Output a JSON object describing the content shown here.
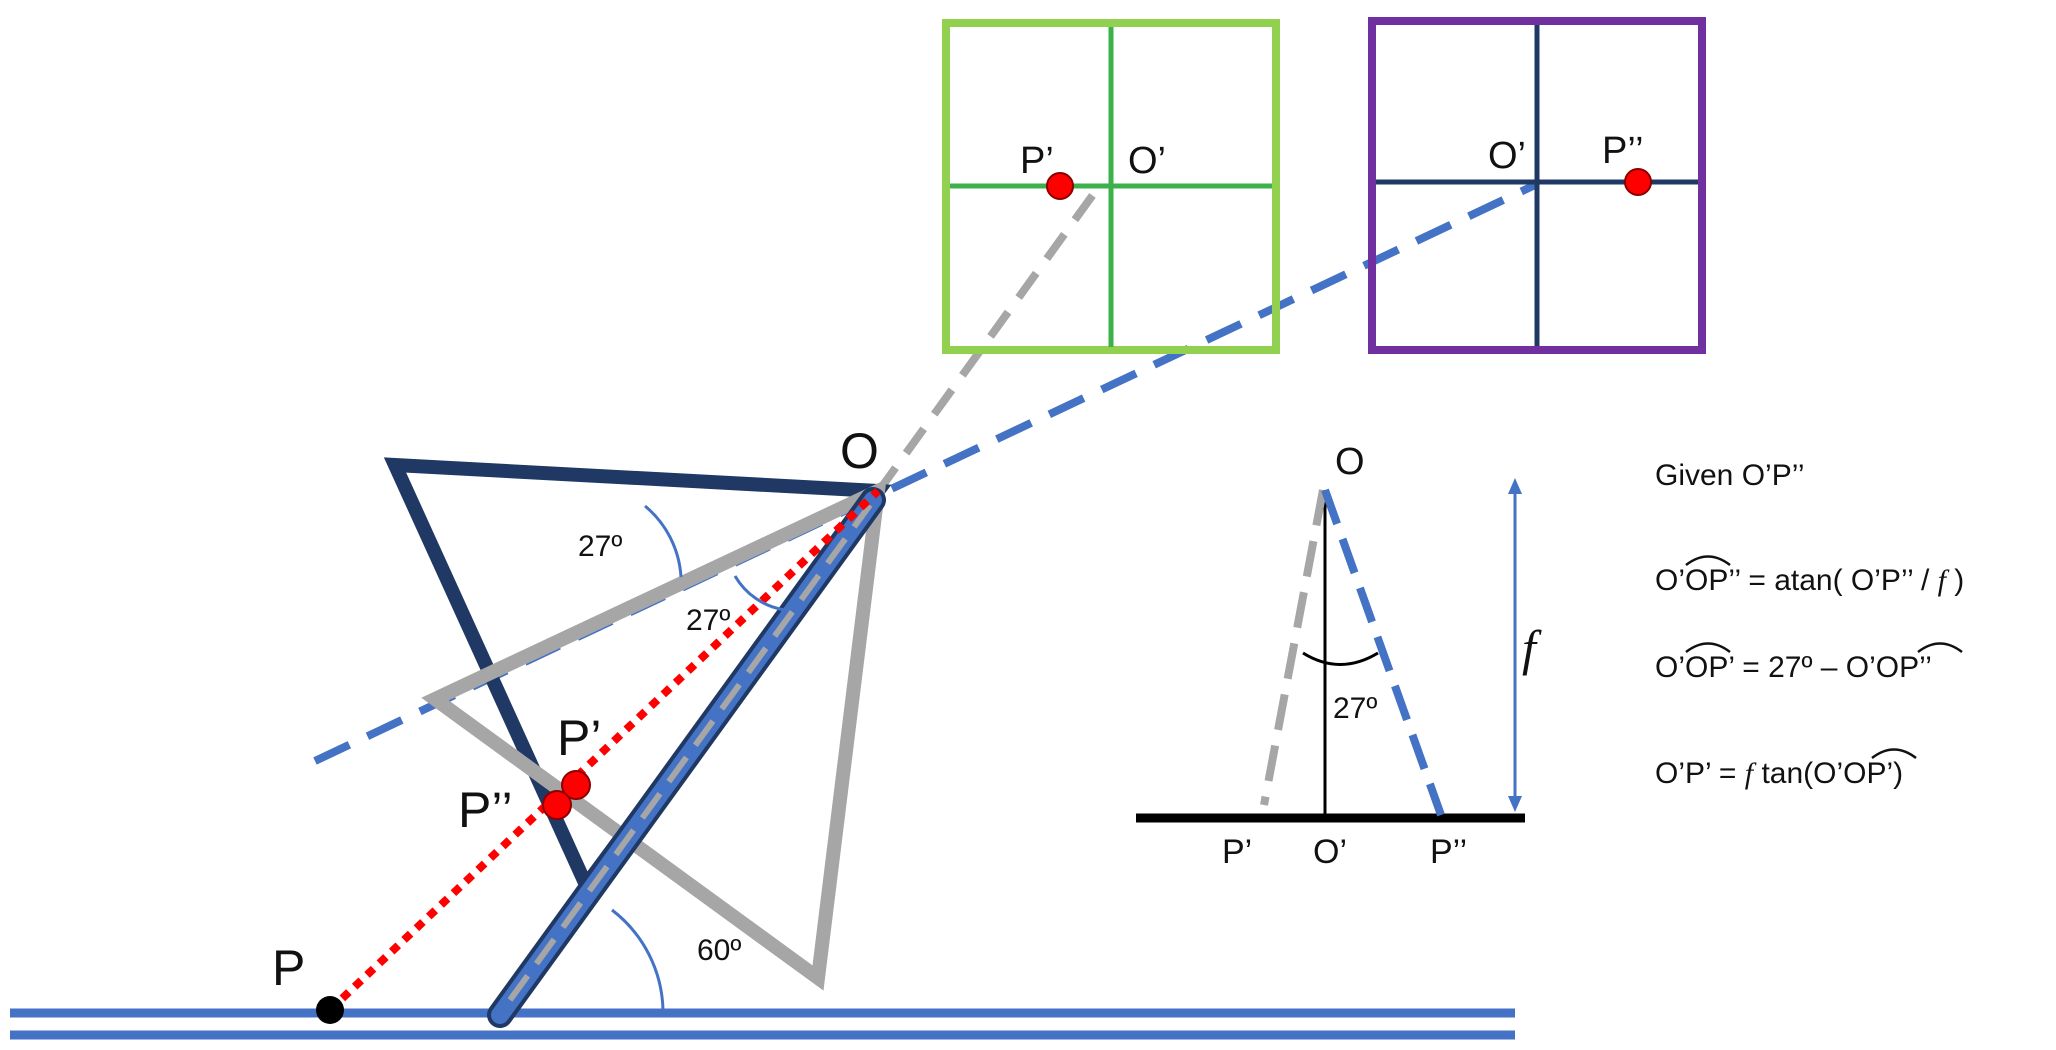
{
  "diagram": {
    "labels": {
      "O": "O",
      "P": "P",
      "P_prime": "P’",
      "P_double": "P’’",
      "angle_27_a": "27º",
      "angle_27_b": "27º",
      "angle_60": "60º",
      "green_P_prime": "P’",
      "green_O_prime": "O’",
      "purple_O_prime": "O’",
      "purple_P_double": "P’’",
      "sub_O": "O",
      "sub_angle": "27º",
      "sub_f": "f",
      "sub_P_prime": "P’",
      "sub_O_prime": "O’",
      "sub_P_double": "P’’"
    },
    "formulas": {
      "line1": "Given O’P’’",
      "line2_lhs": "O’OP’’",
      "line2_rhs": " = atan( O’P’’ / ",
      "line2_f": "f",
      "line2_end": " )",
      "line3_lhs": "O’OP’",
      "line3_mid": " = 27º – ",
      "line3_rhs": "O’OP’’",
      "line4_a": "O’P’ = ",
      "line4_f": "f",
      "line4_b": " tan(",
      "line4_c": "O’OP’",
      "line4_d": ")"
    },
    "colors": {
      "navy": "#1f3864",
      "gray": "#a6a6a6",
      "blue": "#4472c4",
      "red": "#ff0000",
      "green_frame": "#92d050",
      "green_cross": "#3cb14a",
      "purple_frame": "#7030a0",
      "black": "#000000"
    }
  }
}
